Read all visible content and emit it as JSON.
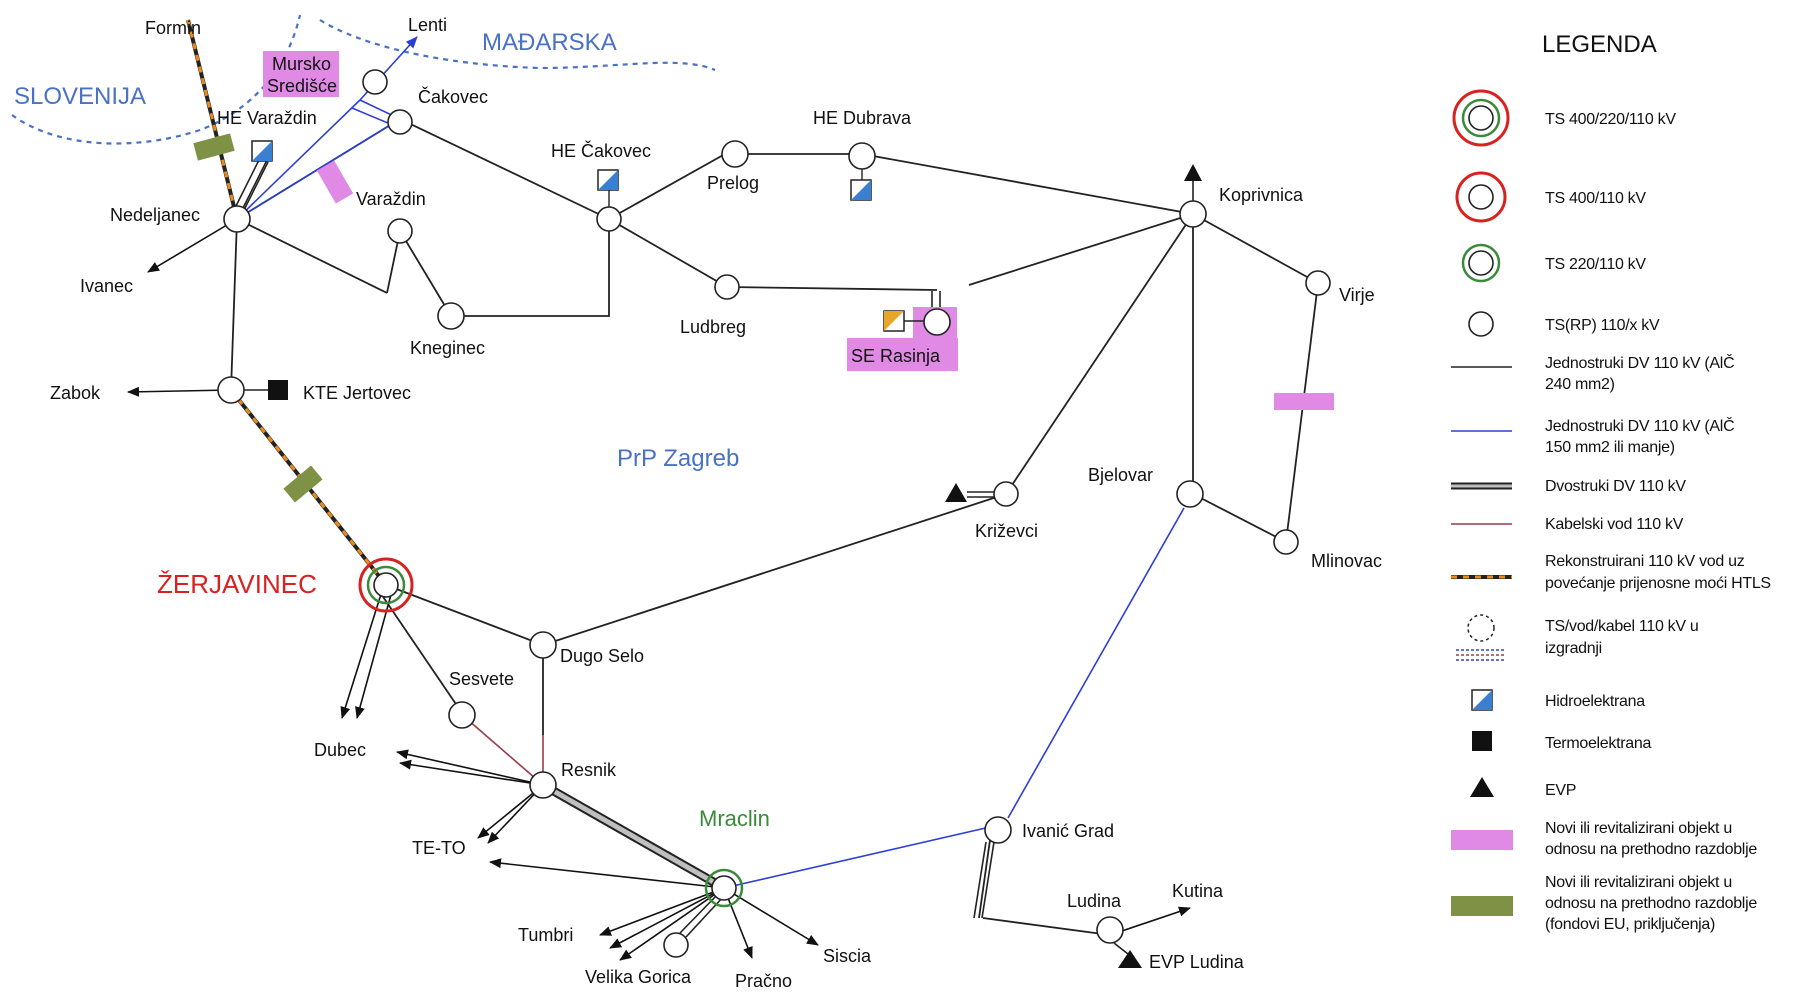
{
  "regions": {
    "slovenija": "SLOVENIJA",
    "madarska": "MAĐARSKA",
    "prp": "PrP Zagreb"
  },
  "stations": {
    "formin": "Formin",
    "lenti": "Lenti",
    "mursko": [
      "Mursko",
      "Središće"
    ],
    "cakovec": "Čakovec",
    "he_varazdin": "HE Varaždin",
    "nedeljanec": "Nedeljanec",
    "ivanec": "Ivanec",
    "varazdin": "Varaždin",
    "kneginec": "Kneginec",
    "he_cakovec": "HE Čakovec",
    "prelog": "Prelog",
    "he_dubrava": "HE Dubrava",
    "koprivnica": "Koprivnica",
    "ludbreg": "Ludbreg",
    "se_rasinja": "SE Rasinja",
    "virje": "Virje",
    "zabok": "Zabok",
    "kte_jertovec": "KTE Jertovec",
    "bjelovar": "Bjelovar",
    "krizevci": "Križevci",
    "mlinovac": "Mlinovac",
    "zerjavinec": "ŽERJAVINEC",
    "dugo_selo": "Dugo Selo",
    "sesvete": "Sesvete",
    "dubec": "Dubec",
    "resnik": "Resnik",
    "mraclin": "Mraclin",
    "ivanic_grad": "Ivanić Grad",
    "te_to": "TE-TO",
    "ludina": "Ludina",
    "kutina": "Kutina",
    "evp_ludina": "EVP Ludina",
    "tumbri": "Tumbri",
    "velika_gorica": "Velika Gorica",
    "pracno": "Pračno",
    "siscia": "Siscia"
  },
  "legend": {
    "title": "LEGENDA",
    "items": [
      {
        "key": "ts400_220_110",
        "lines": [
          "TS 400/220/110 kV"
        ]
      },
      {
        "key": "ts400_110",
        "lines": [
          "TS 400/110 kV"
        ]
      },
      {
        "key": "ts220_110",
        "lines": [
          "TS 220/110 kV"
        ]
      },
      {
        "key": "ts110",
        "lines": [
          "TS(RP) 110/x kV"
        ]
      },
      {
        "key": "single_240",
        "lines": [
          "Jednostruki DV 110 kV (AlČ",
          "240 mm2)"
        ]
      },
      {
        "key": "single_150",
        "lines": [
          "Jednostruki DV 110 kV (AlČ",
          "150 mm2 ili manje)"
        ]
      },
      {
        "key": "double",
        "lines": [
          "Dvostruki DV 110 kV"
        ]
      },
      {
        "key": "cable",
        "lines": [
          "Kabelski vod 110 kV"
        ]
      },
      {
        "key": "htls",
        "lines": [
          "Rekonstruirani 110 kV vod uz",
          "povećanje prijenosne moći HTLS"
        ]
      },
      {
        "key": "construction",
        "lines": [
          "TS/vod/kabel 110 kV u",
          "izgradnji"
        ]
      },
      {
        "key": "hydro",
        "lines": [
          "Hidroelektrana"
        ]
      },
      {
        "key": "thermal",
        "lines": [
          "Termoelektrana"
        ]
      },
      {
        "key": "evp",
        "lines": [
          "EVP"
        ]
      },
      {
        "key": "new_pink",
        "lines": [
          "Novi ili revitalizirani objekt u",
          "odnosu na prethodno razdoblje"
        ]
      },
      {
        "key": "new_green",
        "lines": [
          "Novi ili revitalizirani objekt u",
          "odnosu na prethodno razdoblje",
          "(fondovi EU, priključenja)"
        ]
      }
    ]
  },
  "colors": {
    "line_black": "#222222",
    "line_blue": "#2b3fd6",
    "cable": "#9a3a4a",
    "region_blue": "#4a72c4",
    "pink": "#e08ae6",
    "olive": "#7f9145",
    "red": "#d8221f",
    "green": "#3a8a3a",
    "hydro_blue": "#3b80d0",
    "solar": "#e8a62a"
  }
}
